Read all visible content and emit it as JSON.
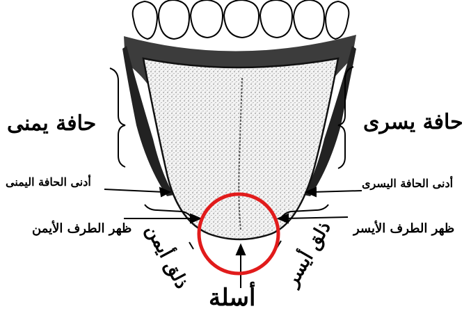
{
  "labels": {
    "right_edge": "حافة يمنى",
    "left_edge": "حافة يسرى",
    "lowest_right_edge": "أدنى الحافة اليمنى",
    "lowest_left_edge": "أدنى الحافة اليسرى",
    "back_right_tip": "ظهر الطرف الأيمن",
    "back_left_tip": "ظهر الطرف الأيسر",
    "right_blade": "ذلق أيمن",
    "left_blade": "ذلق أيسر",
    "tip": "أسلة"
  },
  "colors": {
    "highlight_circle": "#e11b1b",
    "ink": "#000000",
    "tongue_fill": "#eeeeee"
  }
}
